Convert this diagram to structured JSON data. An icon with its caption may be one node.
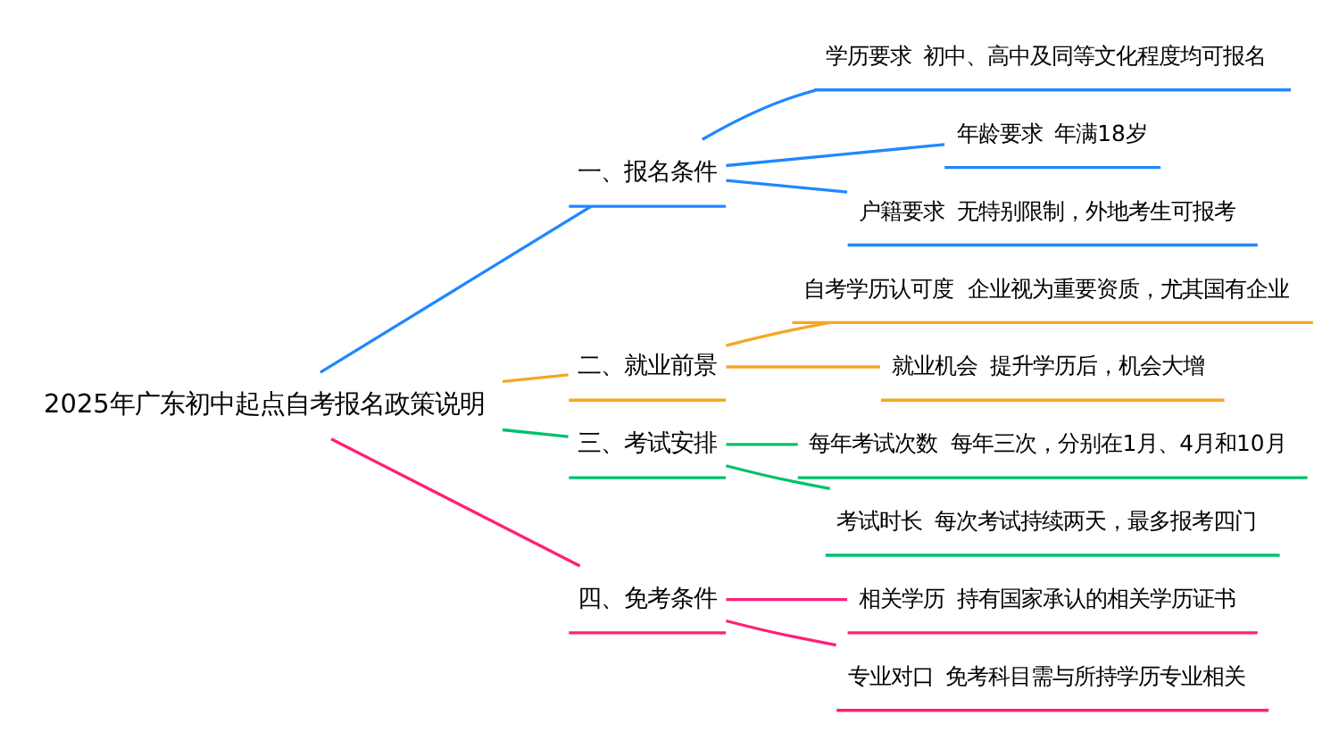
{
  "diagram": {
    "nodes": [
      {
        "text": [
          "2025年广东初中起点自考报名政策说明"
        ]
      },
      {
        "text": [
          "一、报名条件"
        ]
      },
      {
        "text": [
          "学历要求",
          "初中、高中及同等文化程度均可报名"
        ]
      },
      {
        "text": [
          "年龄要求",
          "年满18岁"
        ]
      },
      {
        "text": [
          "户籍要求",
          "无特别限制，外地考生可报考"
        ]
      },
      {
        "text": [
          "二、就业前景"
        ]
      },
      {
        "text": [
          "自考学历认可度",
          "企业视为重要资质，尤其国有企业"
        ]
      },
      {
        "text": [
          "就业机会",
          "提升学历后，机会大增"
        ]
      },
      {
        "text": [
          "三、考试安排"
        ]
      },
      {
        "text": [
          "每年考试次数",
          "每年三次，分别在1月、4月和10月"
        ]
      },
      {
        "text": [
          "考试时长",
          "每次考试持续两天，最多报考四门"
        ]
      },
      {
        "text": [
          "四、免考条件"
        ]
      },
      {
        "text": [
          "相关学历",
          "持有国家承认的相关学历证书"
        ]
      },
      {
        "text": [
          "专业对口",
          "免考科目需与所持学历专业相关"
        ]
      }
    ],
    "edges": [
      {
        "from": 0,
        "to": 1,
        "arrow": "none",
        "color": "#1e88ff"
      },
      {
        "from": 1,
        "to": 2,
        "arrow": "none",
        "color": "#1e88ff"
      },
      {
        "from": 1,
        "to": 3,
        "arrow": "none",
        "color": "#1e88ff"
      },
      {
        "from": 1,
        "to": 4,
        "arrow": "none",
        "color": "#1e88ff"
      },
      {
        "from": 0,
        "to": 5,
        "arrow": "none",
        "color": "#f5a623"
      },
      {
        "from": 5,
        "to": 6,
        "arrow": "none",
        "color": "#f5a623"
      },
      {
        "from": 5,
        "to": 7,
        "arrow": "none",
        "color": "#f5a623"
      },
      {
        "from": 0,
        "to": 8,
        "arrow": "none",
        "color": "#00c06b"
      },
      {
        "from": 8,
        "to": 9,
        "arrow": "none",
        "color": "#00c06b"
      },
      {
        "from": 8,
        "to": 10,
        "arrow": "none",
        "color": "#00c06b"
      },
      {
        "from": 0,
        "to": 11,
        "arrow": "none",
        "color": "#ff1f77"
      },
      {
        "from": 11,
        "to": 12,
        "arrow": "none",
        "color": "#ff1f77"
      },
      {
        "from": 11,
        "to": 13,
        "arrow": "none",
        "color": "#ff1f77"
      }
    ]
  }
}
